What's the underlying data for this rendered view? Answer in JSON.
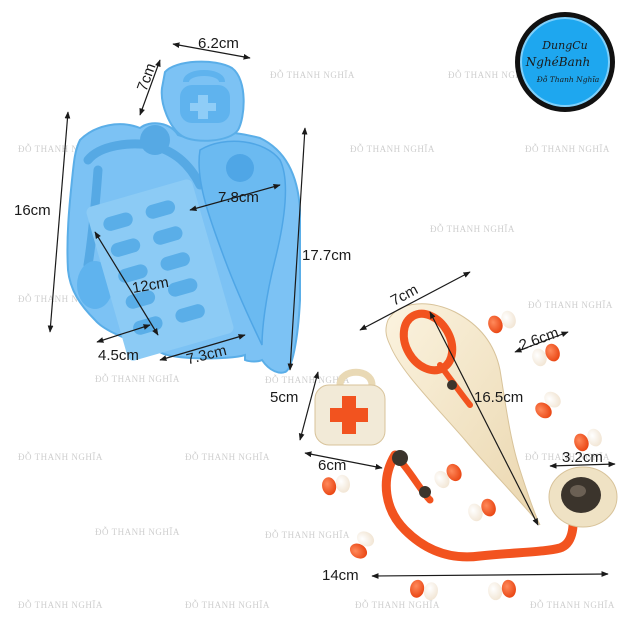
{
  "logo": {
    "line1": "DungCu",
    "line2": "NghéBanh",
    "line3": "Đỗ Thanh Nghĩa",
    "ring_color": "#111111",
    "fill_color": "#1ea7ef"
  },
  "watermark": "ĐỖ THANH NGHĨA",
  "colors": {
    "mold_blue": "#7cc2f4",
    "mold_blue_dark": "#4fa6e6",
    "resin_orange": "#f2531f",
    "resin_cream": "#f4e7c8",
    "resin_dark": "#3b342c"
  },
  "mold_dimensions": {
    "width_top": "6.2cm",
    "height_top": "7cm",
    "height_left": "16cm",
    "cone_width": "7.8cm",
    "cone_length": "17.7cm",
    "pills_length": "12cm",
    "tube_width": "4.5cm",
    "pills_width": "7.3cm"
  },
  "resin_dimensions": {
    "cone_width": "7cm",
    "cone_length": "16.5cm",
    "capsule": "2.6cm",
    "bag_height": "5cm",
    "bag_width": "6cm",
    "chest_piece": "3.2cm",
    "total_length": "14cm"
  }
}
